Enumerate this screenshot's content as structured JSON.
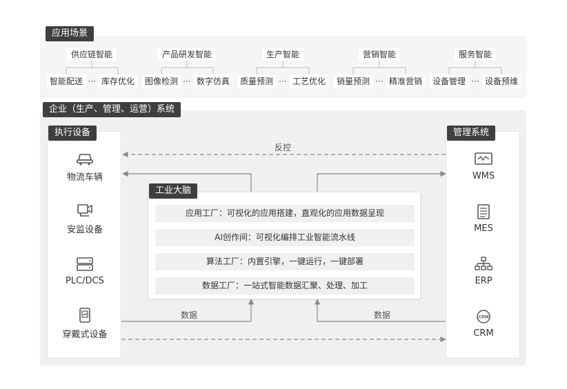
{
  "app_scenarios": {
    "title": "应用场景",
    "groups": [
      {
        "name": "供应链智能",
        "items": [
          "智能配送",
          "库存优化"
        ]
      },
      {
        "name": "产品研发智能",
        "items": [
          "图像检测",
          "数字仿真"
        ]
      },
      {
        "name": "生产智能",
        "items": [
          "质量预测",
          "工艺优化"
        ]
      },
      {
        "name": "营销智能",
        "items": [
          "销量预测",
          "精准营销"
        ]
      },
      {
        "name": "服务智能",
        "items": [
          "设备管理",
          "设备预维"
        ]
      }
    ],
    "ellipsis": "···"
  },
  "enterprise": {
    "title": "企业（生产、管理、运营）系统",
    "exec": {
      "title": "执行设备",
      "items": [
        {
          "label": "物流车辆",
          "icon": "truck-icon"
        },
        {
          "label": "安监设备",
          "icon": "camera-icon"
        },
        {
          "label": "PLC/DCS",
          "icon": "server-icon"
        },
        {
          "label": "穿戴式设备",
          "icon": "wearable-icon"
        }
      ]
    },
    "mgmt": {
      "title": "管理系统",
      "items": [
        {
          "label": "WMS",
          "icon": "monitor-wave-icon"
        },
        {
          "label": "MES",
          "icon": "list-doc-icon"
        },
        {
          "label": "ERP",
          "icon": "hierarchy-icon"
        },
        {
          "label": "CRM",
          "icon": "crm-icon"
        }
      ]
    },
    "brain": {
      "title": "工业大脑",
      "rows": [
        "应用工厂：可视化的应用搭建，直观化的应用数据呈现",
        "AI创作间：可视化编排工业智能流水线",
        "算法工厂：内置引擎，一键运行，一键部署",
        "数据工厂：一站式智能数据汇聚、处理、加工"
      ]
    },
    "flows": {
      "feedback": "反控",
      "data_left": "数据",
      "data_right": "数据"
    }
  }
}
